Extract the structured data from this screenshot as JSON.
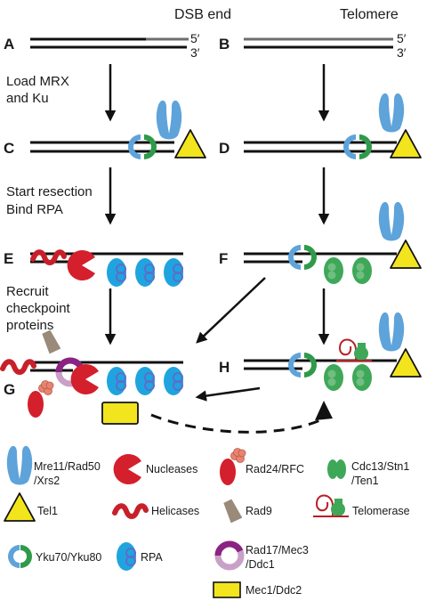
{
  "columns": {
    "left": "DSB end",
    "right": "Telomere"
  },
  "panels": {
    "a": "A",
    "b": "B",
    "c": "C",
    "d": "D",
    "e": "E",
    "f": "F",
    "g": "G",
    "h": "H"
  },
  "ends": {
    "five_prime": "5′",
    "three_prime": "3′"
  },
  "steps": {
    "load_line1": "Load MRX",
    "load_line2": "and Ku",
    "resect_line1": "Start resection",
    "resect_line2": "Bind RPA",
    "recruit_line1": "Recruit",
    "recruit_line2": "checkpoint",
    "recruit_line3": "proteins"
  },
  "legend": {
    "mrx_line1": "Mre11/Rad50",
    "mrx_line2": "/Xrs2",
    "nucleases": "Nucleases",
    "rad24_rfc": "Rad24/RFC",
    "cst_line1": "Cdc13/Stn1",
    "cst_line2": "/Ten1",
    "tel1": "Tel1",
    "helicases": "Helicases",
    "rad9": "Rad9",
    "telomerase": "Telomerase",
    "ku": "Yku70/Yku80",
    "rpa": "RPA",
    "rad17_line1": "Rad17/Mec3",
    "rad17_line2": "/Ddc1",
    "mec1": "Mec1/Ddc2"
  },
  "colors": {
    "mrx_blue": "#5ea3da",
    "rpa_blue": "#1fa4e0",
    "ku_green": "#2f9a4a",
    "cst_green": "#3ea858",
    "tel1_yellow": "#f2e51e",
    "mec1_yellow": "#f2e51e",
    "nuclease_red": "#d41f2c",
    "helicase_red": "#c8202a",
    "rad24_red": "#d41f2c",
    "rfc_pink": "#e8846f",
    "rad9_taupe": "#9a8a7a",
    "rad17_purple": "#8a2382",
    "rad17_pink": "#c9a0c7",
    "telomerase_red": "#b81e24",
    "rpa_ring": "#5b6fc8"
  }
}
